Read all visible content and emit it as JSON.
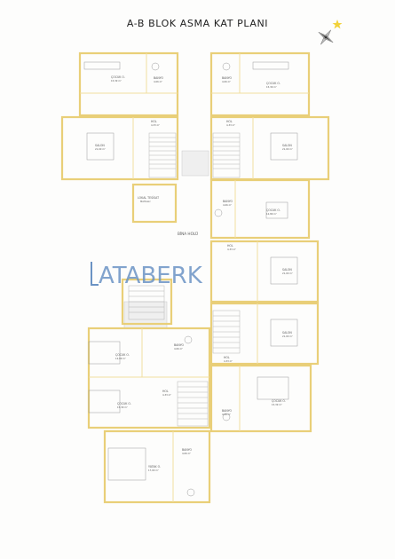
{
  "title": "A-B BLOK ASMA KAT PLANI",
  "watermark": "ATABERK",
  "colors": {
    "wall_outer": "#e9cf78",
    "wall_inner": "#f1dea0",
    "line": "#8a8a8a",
    "watermark": "#6b93c4",
    "star": "#f2d23a"
  },
  "rooms": [
    {
      "name": "ÇOCUK O.",
      "area": "15,39 m²"
    },
    {
      "name": "BANYO",
      "area": "4,06 m²"
    },
    {
      "name": "BANYO",
      "area": "4,06 m²"
    },
    {
      "name": "ÇOCUK O.",
      "area": "15,39 m²"
    },
    {
      "name": "HOL",
      "area": "4,33 m²"
    },
    {
      "name": "HOL",
      "area": "4,33 m²"
    },
    {
      "name": "SALON",
      "area": "21,00 m²"
    },
    {
      "name": "SALON",
      "area": "21,00 m²"
    },
    {
      "name": "LOKAL TESİSAT",
      "area": "MAHALLİ"
    },
    {
      "name": "BANYO",
      "area": "4,06 m²"
    },
    {
      "name": "ÇOCUK O.",
      "area": "12,89 m²"
    },
    {
      "name": "BİNA HOLÜ",
      "area": ""
    },
    {
      "name": "HOL",
      "area": "4,33 m²"
    },
    {
      "name": "SALON",
      "area": "21,00 m²"
    },
    {
      "name": "SALON",
      "area": "21,00 m²"
    },
    {
      "name": "BANYO",
      "area": "4,06 m²"
    },
    {
      "name": "HOL",
      "area": "4,33 m²"
    },
    {
      "name": "ÇOCUK O.",
      "area": "12,89 m²"
    },
    {
      "name": "ÇOCUK O.",
      "area": "15,39 m²"
    },
    {
      "name": "HOL",
      "area": "4,33 m²"
    },
    {
      "name": "BANYO",
      "area": "4,06 m²"
    },
    {
      "name": "ÇOCUK O.",
      "area": "15,39 m²"
    },
    {
      "name": "YATAK O.",
      "area": "17,00 m²"
    },
    {
      "name": "BANYO",
      "area": "4,06 m²"
    }
  ]
}
